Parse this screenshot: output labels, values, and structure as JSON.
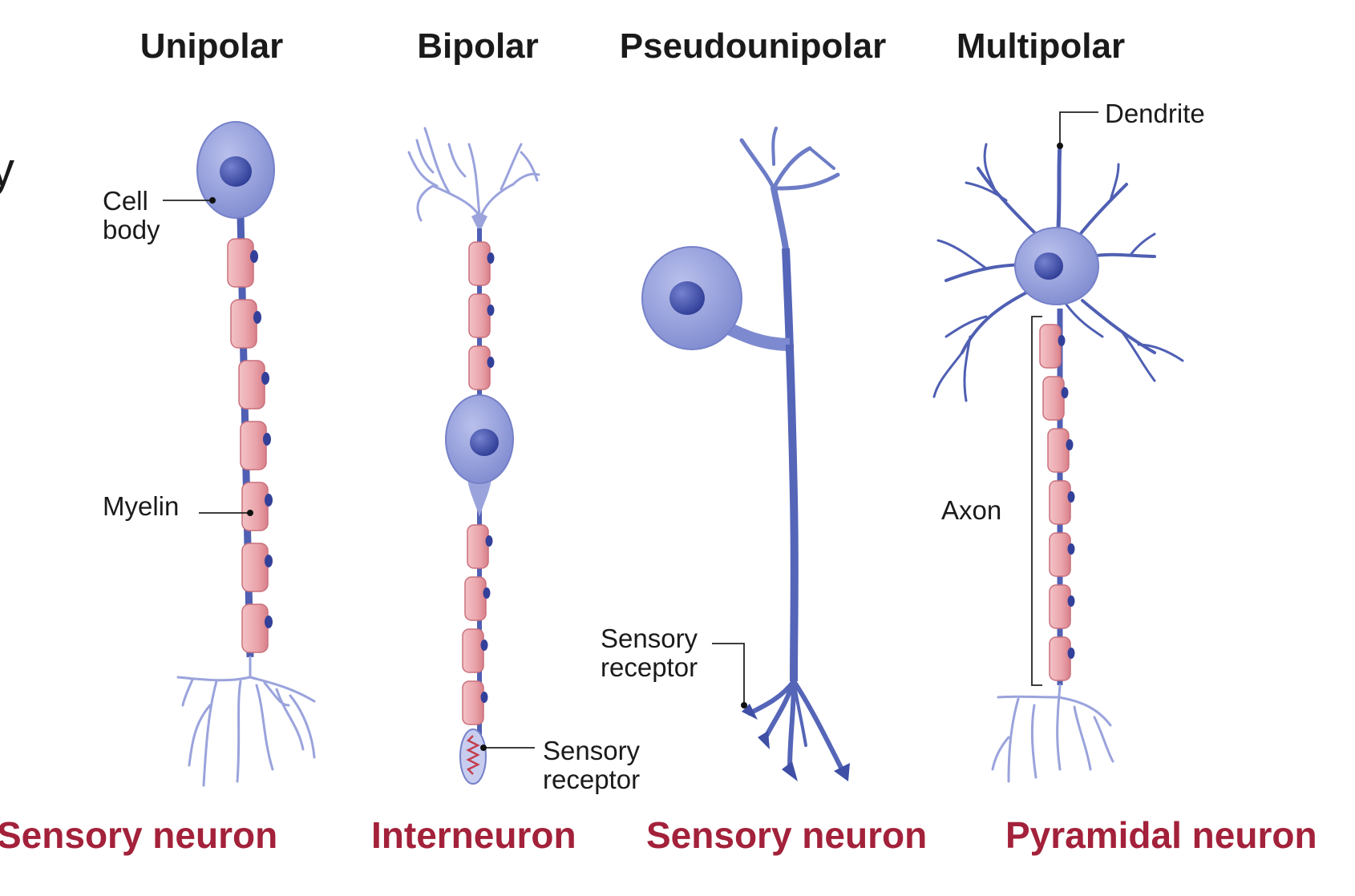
{
  "partial_text": "y",
  "columns": [
    {
      "title": "Unipolar",
      "caption": "Sensory neuron"
    },
    {
      "title": "Bipolar",
      "caption": "Interneuron"
    },
    {
      "title": "Pseudounipolar",
      "caption": "Sensory neuron"
    },
    {
      "title": "Multipolar",
      "caption": "Pyramidal neuron"
    }
  ],
  "labels": {
    "cell_body_1": "Cell",
    "cell_body_2": "body",
    "myelin": "Myelin",
    "sensory_receptor_bipolar_1": "Sensory",
    "sensory_receptor_bipolar_2": "receptor",
    "sensory_receptor_pseudo_1": "Sensory",
    "sensory_receptor_pseudo_2": "receptor",
    "dendrite": "Dendrite",
    "axon": "Axon"
  },
  "colors": {
    "soma": "#8e98d6",
    "soma_light": "#b7bde8",
    "nucleus": "#3a4aa0",
    "axon": "#5565b8",
    "myelin": "#e8a0a8",
    "myelin_edge": "#c9707c",
    "caption": "#a3213a"
  }
}
